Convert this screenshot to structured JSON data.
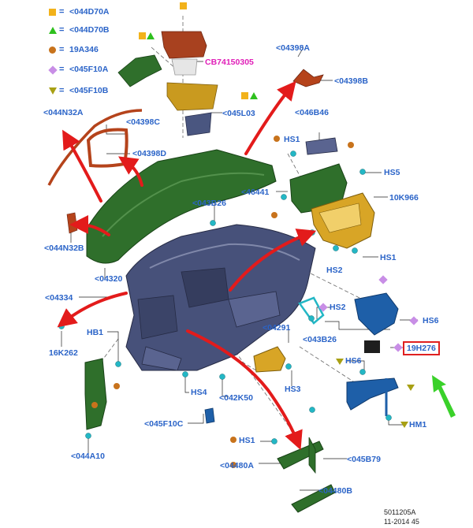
{
  "legend": [
    {
      "symbol": "square-icon",
      "code": "<044D70A"
    },
    {
      "symbol": "triangle-up-icon",
      "code": "<044D70B"
    },
    {
      "symbol": "circle-icon",
      "code": "19A346"
    },
    {
      "symbol": "diamond-icon",
      "code": "<045F10A"
    },
    {
      "symbol": "triangle-down-icon",
      "code": "<045F10B"
    }
  ],
  "legend_equals": "=",
  "labels": {
    "cb74150305": "CB74150305",
    "p04398a": "<04398A",
    "p04398b": "<04398B",
    "p044n32a": "<044N32A",
    "p04398c": "<04398C",
    "p04398d": "<04398D",
    "p045l03": "<045L03",
    "p046b46": "<046B46",
    "hs1_top": "HS1",
    "hs5": "HS5",
    "p46441": "<46441",
    "p10k966": "10K966",
    "p043b26_a": "<043B26",
    "hs1_mid": "HS1",
    "hs2_a": "HS2",
    "p044n32b": "<044N32B",
    "p04320": "<04320",
    "p04334": "<04334",
    "hs2_b": "HS2",
    "hs6_a": "HS6",
    "p043b26_b": "<043B26",
    "p16k262": "16K262",
    "hb1": "HB1",
    "p04291": "<04291",
    "p19h276": "19H276",
    "hs6_b": "HS6",
    "hs4": "HS4",
    "p042k50": "<042K50",
    "hs3": "HS3",
    "p045f10c": "<045F10C",
    "hm1": "HM1",
    "p044a10": "<044A10",
    "hs1_bot": "HS1",
    "p045b79": "<045B79",
    "p04480a": "<04480A",
    "p04480b": "<04480B"
  },
  "footer": {
    "ref": "5011205A",
    "date": "11-2014 45"
  },
  "colors": {
    "label": "#2b64c8",
    "callout_magenta": "#e01fb8",
    "highlight_box": "#e02020",
    "arrow_red": "#e31b1b",
    "arrow_green": "#3ad12a",
    "panel_green": "#2f6f2b",
    "dash_body": "#47517a",
    "amber": "#d8a526",
    "teal": "#23b7c5",
    "blue_bracket": "#1e5fa8"
  }
}
